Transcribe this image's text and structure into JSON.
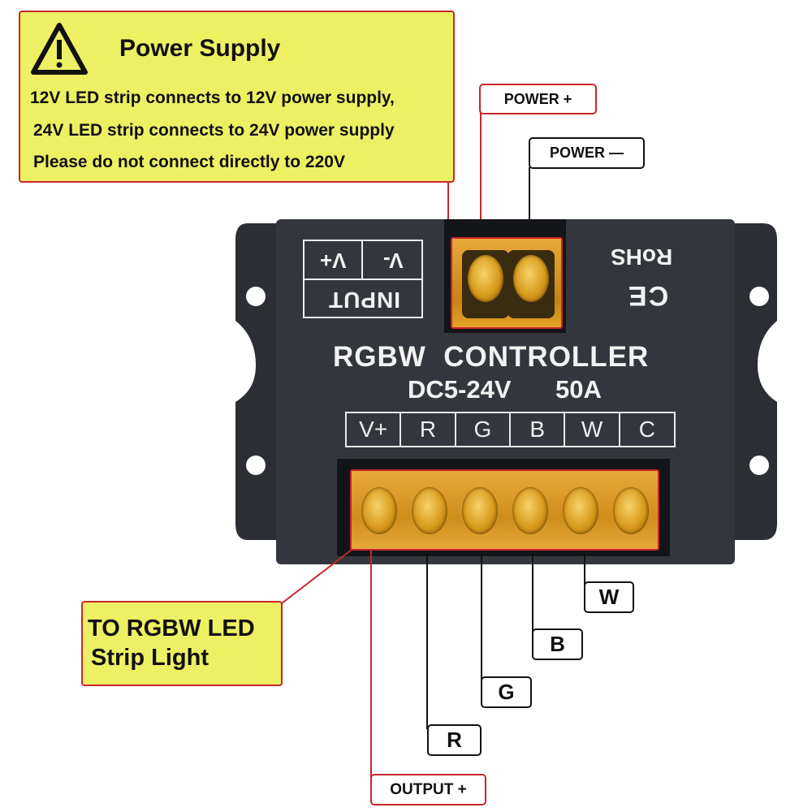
{
  "warning_box": {
    "title": "Power Supply",
    "lines": [
      "12V LED strip connects to 12V power supply,",
      "24V LED strip connects to 24V power supply",
      "Please do not connect directly to 220V"
    ],
    "icon": "warning-triangle-icon"
  },
  "power_labels": {
    "positive": "POWER +",
    "negative": "POWER —"
  },
  "device": {
    "input_label": "INPUT",
    "input_terminals": [
      "V+",
      "V-"
    ],
    "rohs": "RoHS",
    "ce": "CE",
    "title": "RGBW  CONTROLLER",
    "spec_voltage": "DC5-24V",
    "spec_current": "50A",
    "output_terminals": [
      "V+",
      "R",
      "G",
      "B",
      "W",
      "C"
    ]
  },
  "strip_callout": {
    "line1": "TO RGBW LED",
    "line2": "Strip Light"
  },
  "output_labels": {
    "w": "W",
    "b": "B",
    "g": "G",
    "r": "R",
    "output_plus": "OUTPUT +"
  },
  "colors": {
    "callout_yellow": "#eef064",
    "callout_border_red": "#c9262c",
    "device_body": "#2e3136",
    "terminal_amber": "#e3a227"
  }
}
